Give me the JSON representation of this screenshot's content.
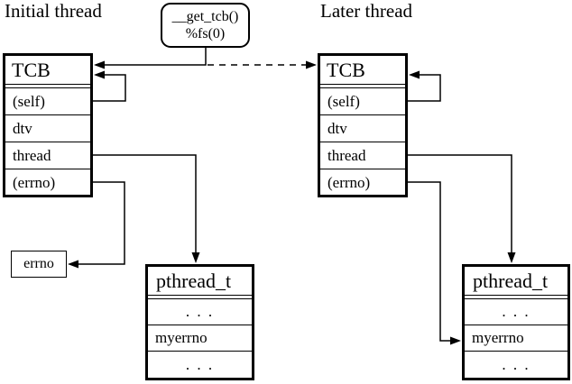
{
  "titles": {
    "initial": "Initial thread",
    "later": "Later thread"
  },
  "get_tcb_box": {
    "line1": "__get_tcb()",
    "line2": "%fs(0)"
  },
  "tcb_initial": {
    "header": "TCB",
    "rows": [
      "(self)",
      "dtv",
      "thread",
      "(errno)"
    ]
  },
  "tcb_later": {
    "header": "TCB",
    "rows": [
      "(self)",
      "dtv",
      "thread",
      "(errno)"
    ]
  },
  "errno_box": {
    "label": "errno"
  },
  "pthread_initial": {
    "header": "pthread_t",
    "rows": [
      ". . .",
      "myerrno",
      ". . ."
    ]
  },
  "pthread_later": {
    "header": "pthread_t",
    "rows": [
      ". . .",
      "myerrno",
      ". . ."
    ]
  },
  "colors": {
    "line": "#000000",
    "background": "#ffffff"
  }
}
